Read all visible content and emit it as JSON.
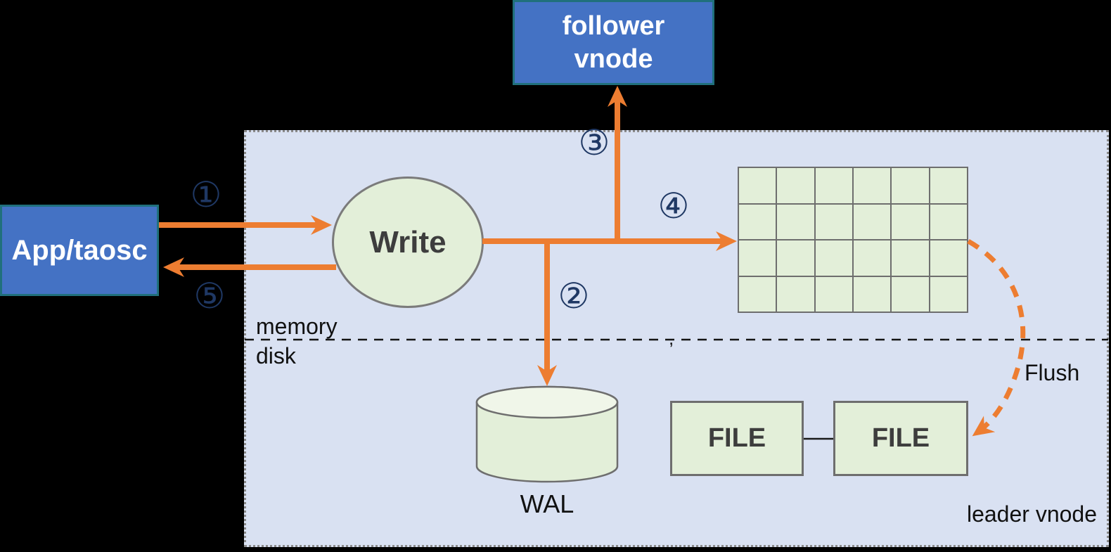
{
  "colors": {
    "background": "#000000",
    "container_fill": "#D9E1F2",
    "node_blue_fill": "#4472C4",
    "node_blue_border": "#20707C",
    "shape_green_fill": "#E3EFD9",
    "cylinder_top_fill": "#F0F6E9",
    "shape_border_gray": "#6E6E6E",
    "arrow_orange": "#ED7D31",
    "step_navy": "#1F3864",
    "text_dark": "#3D3D3D",
    "text_black": "#111111"
  },
  "nodes": {
    "follower_vnode": {
      "lines": [
        "follower",
        "vnode"
      ]
    },
    "app_taosc": {
      "label": "App/taosc"
    },
    "write": {
      "label": "Write"
    },
    "wal": {
      "label": "WAL"
    },
    "file_left": {
      "label": "FILE"
    },
    "file_right": {
      "label": "FILE"
    }
  },
  "labels": {
    "memory": "memory",
    "disk": "disk",
    "flush": "Flush",
    "leader_vnode": "leader vnode",
    "stray_mark": ","
  },
  "steps": [
    "①",
    "②",
    "③",
    "④",
    "⑤"
  ],
  "memtable_grid": {
    "rows": 4,
    "cols": 6
  }
}
